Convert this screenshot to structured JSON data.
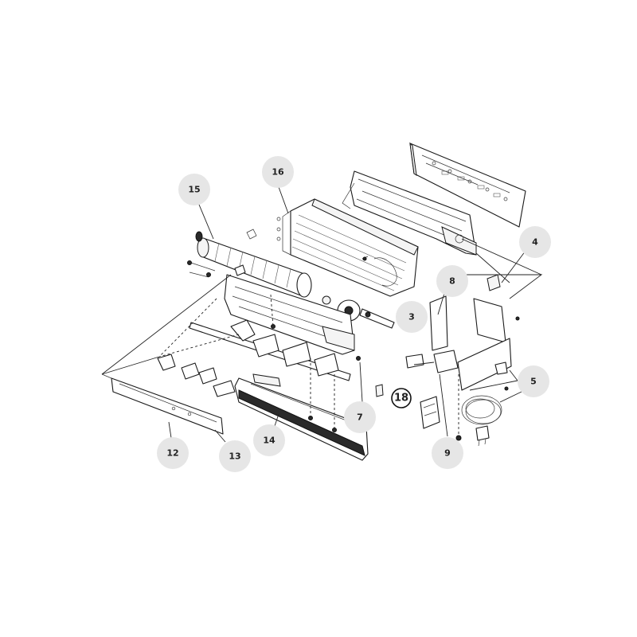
{
  "callouts": {
    "c3": "3",
    "c4": "4",
    "c5": "5",
    "c7": "7",
    "c8": "8",
    "c9": "9",
    "c12": "12",
    "c13": "13",
    "c14": "14",
    "c15": "15",
    "c16": "16",
    "c18": "18"
  }
}
